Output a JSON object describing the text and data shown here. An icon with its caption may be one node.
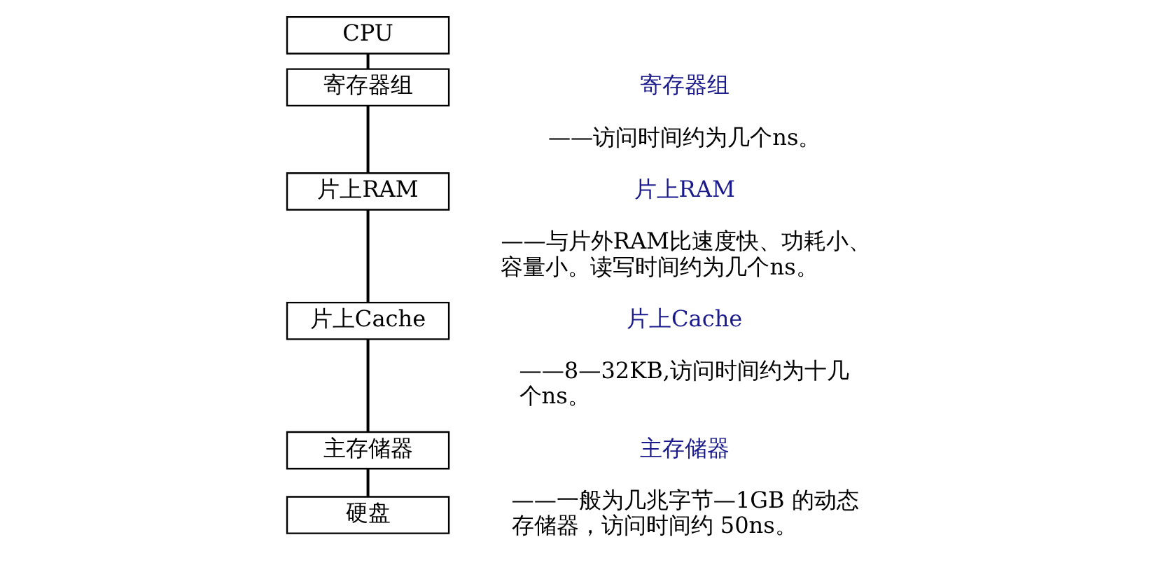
{
  "diagram": {
    "nodes": [
      {
        "text": [
          "CPU"
        ]
      },
      {
        "text": [
          "寄存器组"
        ]
      },
      {
        "text": [
          "片上RAM"
        ]
      },
      {
        "text": [
          "片上Cache"
        ]
      },
      {
        "text": [
          "主存储器"
        ]
      },
      {
        "text": [
          "硬盘"
        ]
      }
    ],
    "edges": [
      {
        "from": 0,
        "to": 1,
        "arrow": "none"
      },
      {
        "from": 1,
        "to": 2,
        "arrow": "none"
      },
      {
        "from": 2,
        "to": 3,
        "arrow": "none"
      },
      {
        "from": 3,
        "to": 4,
        "arrow": "none"
      },
      {
        "from": 4,
        "to": 5,
        "arrow": "none"
      }
    ],
    "labels": [
      "寄存器组",
      "——访问时间约为几个ns。",
      "片上RAM",
      "——与片外RAM比速度快、功耗小、容量小。读写时间约为几个ns。",
      "片上Cache",
      "——8—32KB,访问时间约为十几个ns。",
      "主存储器",
      "——一般为几兆字节—1GB 的动态存储器，访问时间约 50ns。"
    ]
  }
}
